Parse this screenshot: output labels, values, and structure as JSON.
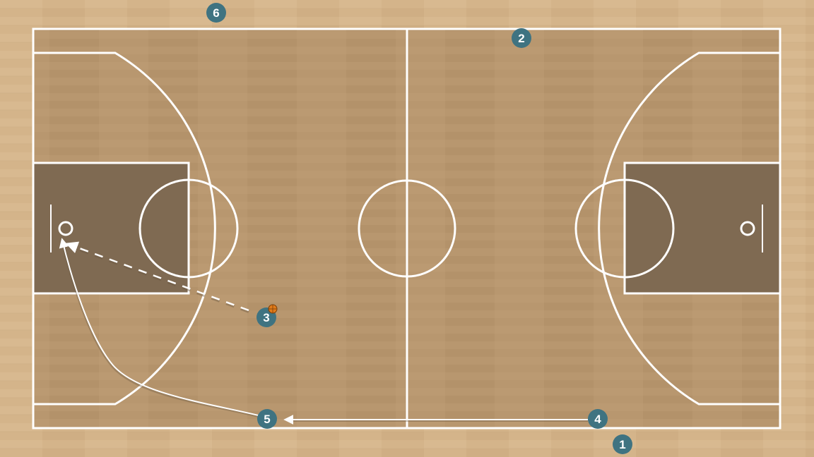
{
  "diagram": {
    "type": "basketball-play",
    "colors": {
      "floor": "#d4b48a",
      "court": "#b7966f",
      "paint": "#7f6a52",
      "lines": "#ffffff",
      "player": "#3f7381",
      "ball": "#e07b1a"
    },
    "players": [
      {
        "label": "1"
      },
      {
        "label": "2"
      },
      {
        "label": "3",
        "has_ball": true
      },
      {
        "label": "4"
      },
      {
        "label": "5"
      },
      {
        "label": "6"
      }
    ],
    "actions": [
      {
        "type": "cut",
        "from": "4",
        "to": "5",
        "icon": "arrow-icon"
      },
      {
        "type": "cut",
        "from": "5",
        "to": "basket",
        "icon": "arrow-icon"
      },
      {
        "type": "pass",
        "from": "3",
        "to": "basket",
        "style": "dashed"
      }
    ]
  }
}
